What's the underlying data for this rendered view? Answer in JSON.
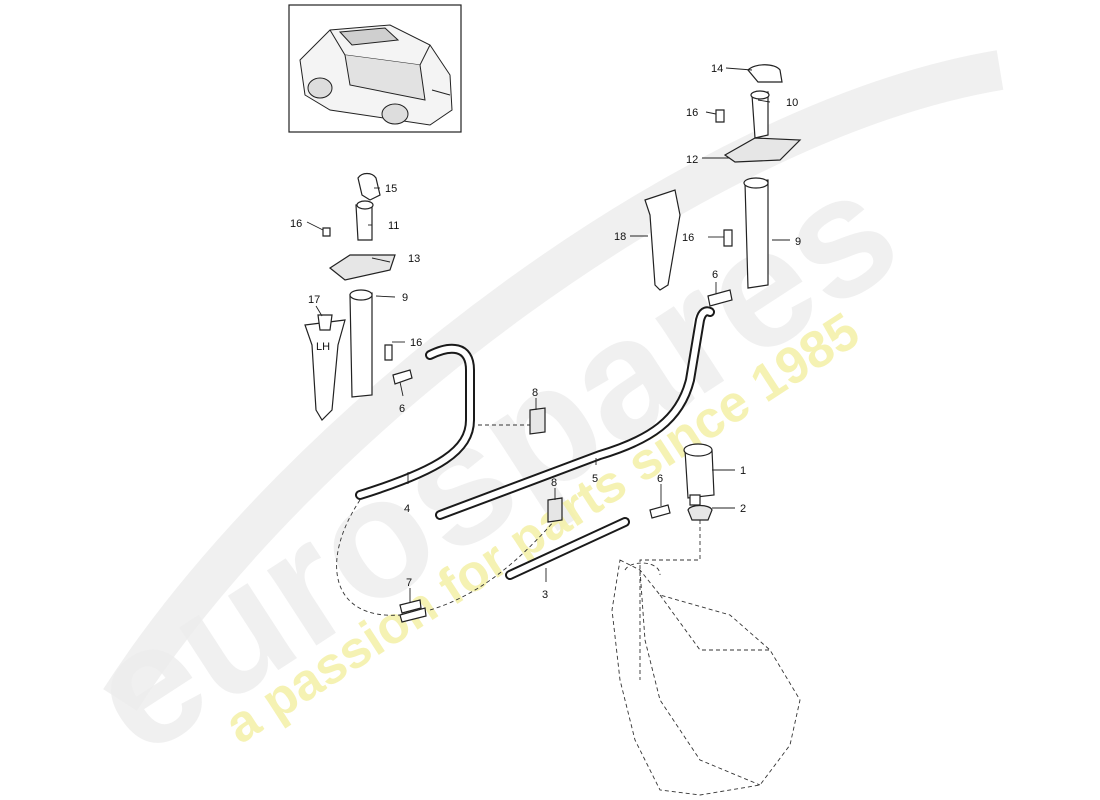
{
  "watermark": {
    "brand": "eurospares",
    "slogan": "a passion for parts since 1985"
  },
  "vehicle_inset": {
    "icon": "suv-vehicle-icon"
  },
  "callouts": [
    {
      "id": "c14",
      "label": "14"
    },
    {
      "id": "c10",
      "label": "10"
    },
    {
      "id": "c16a",
      "label": "16"
    },
    {
      "id": "c12",
      "label": "12"
    },
    {
      "id": "c15",
      "label": "15"
    },
    {
      "id": "c16b",
      "label": "16"
    },
    {
      "id": "c11",
      "label": "11"
    },
    {
      "id": "c13",
      "label": "13"
    },
    {
      "id": "c18",
      "label": "18"
    },
    {
      "id": "c16c",
      "label": "16"
    },
    {
      "id": "c9a",
      "label": "9"
    },
    {
      "id": "c6a",
      "label": "6"
    },
    {
      "id": "c17",
      "label": "17"
    },
    {
      "id": "c9b",
      "label": "9"
    },
    {
      "id": "c16d",
      "label": "16"
    },
    {
      "id": "c6b",
      "label": "6"
    },
    {
      "id": "c8a",
      "label": "8"
    },
    {
      "id": "c1",
      "label": "1"
    },
    {
      "id": "c5",
      "label": "5"
    },
    {
      "id": "c4",
      "label": "4"
    },
    {
      "id": "c8b",
      "label": "8"
    },
    {
      "id": "c6c",
      "label": "6"
    },
    {
      "id": "c2",
      "label": "2"
    },
    {
      "id": "c7",
      "label": "7"
    },
    {
      "id": "c3",
      "label": "3"
    }
  ],
  "nozzle_label": "LH"
}
